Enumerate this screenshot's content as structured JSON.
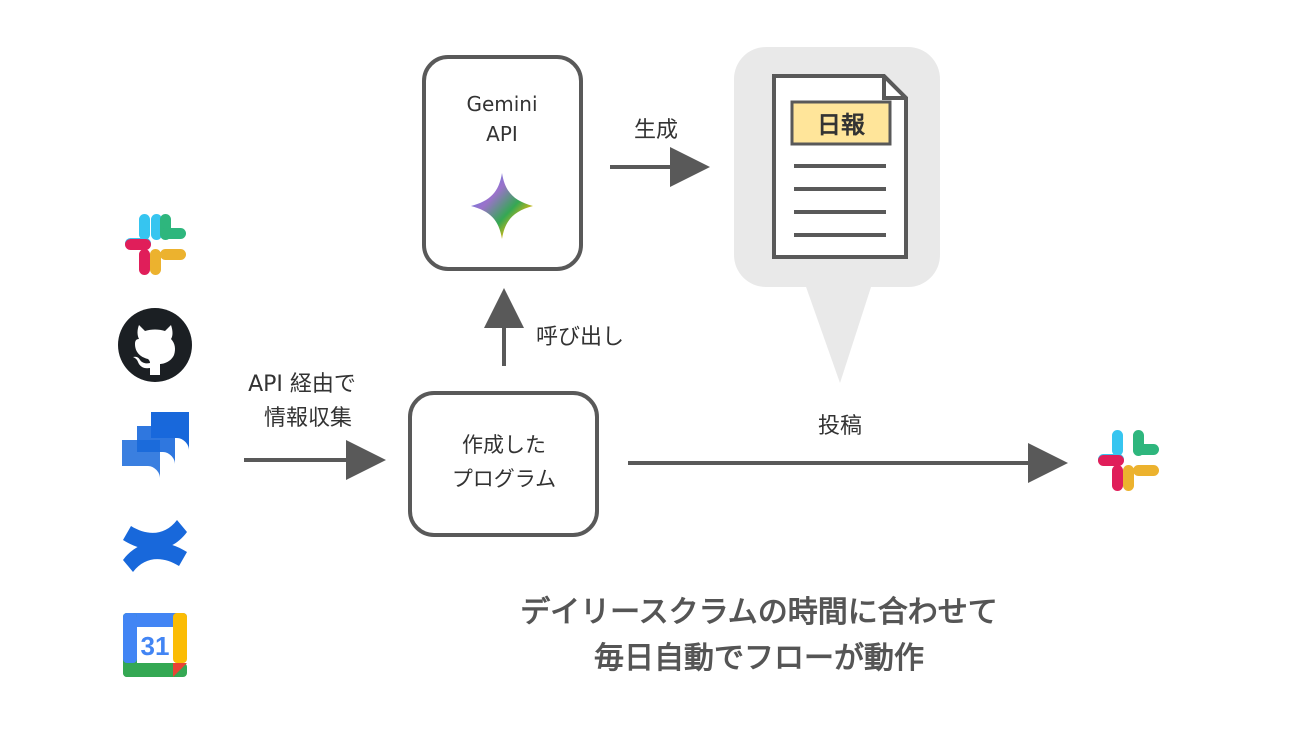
{
  "sources": [
    {
      "name": "slack",
      "icon": "slack-icon"
    },
    {
      "name": "github",
      "icon": "github-icon"
    },
    {
      "name": "jira",
      "icon": "jira-icon"
    },
    {
      "name": "confluence",
      "icon": "confluence-icon"
    },
    {
      "name": "google-calendar",
      "icon": "google-calendar-icon",
      "text": "31"
    }
  ],
  "labels": {
    "collect_line1": "API 経由で",
    "collect_line2": "情報収集",
    "program_line1": "作成した",
    "program_line2": "プログラム",
    "gemini_line1": "Gemini",
    "gemini_line2": "API",
    "call": "呼び出し",
    "generate": "生成",
    "report": "日報",
    "post": "投稿"
  },
  "caption": {
    "line1": "デイリースクラムの時間に合わせて",
    "line2": "毎日自動でフローが動作"
  },
  "colors": {
    "box_stroke": "#595959",
    "arrow": "#595959",
    "bubble": "#e9e9e9",
    "report_label_bg": "#ffe59a",
    "slack_blue": "#36c5f0",
    "slack_green": "#2eb67d",
    "slack_red": "#e01e5a",
    "slack_yellow": "#ecb22e",
    "atlassian_blue": "#1868db",
    "calendar_blue": "#4285f4"
  }
}
